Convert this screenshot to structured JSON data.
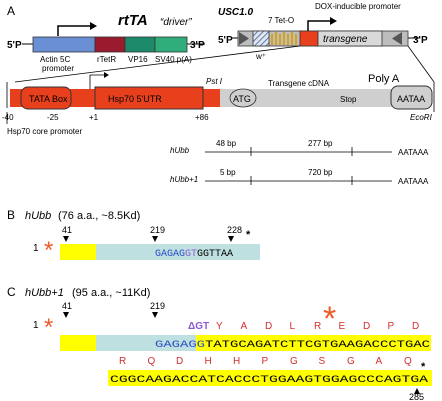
{
  "panelA": {
    "label": "A",
    "driver": {
      "title": "rtTA",
      "subtitle": "“driver”",
      "end5": "5'P",
      "end3": "3'P",
      "seg_actin": "Actin 5C",
      "seg_actin2": "promoter",
      "seg_rtetr": "rTetR",
      "seg_vp16": "VP16",
      "seg_sv40": "SV40 p(A)",
      "colors": {
        "actin": "#6a8fd4",
        "rtetr": "#9b1b2e",
        "vp16": "#1d8a6a",
        "sv40": "#2fae7c"
      }
    },
    "construct": {
      "title": "USC1.0",
      "dox_label": "DOX-inducible promoter",
      "teto_label": "7 Tet-O",
      "end5": "5'P",
      "end3": "3'P",
      "wplus": "w⁺",
      "transgene": "transgene",
      "colors": {
        "promoter": "#e8401c",
        "tetO": "#d8a21a"
      }
    },
    "map": {
      "tata_box": "TATA Box",
      "utr": "Hsp70 5'UTR",
      "pst": "Pst I",
      "cdna_label": "Transgene cDNA",
      "atg": "ATG",
      "stop": "Stop",
      "polyA_label": "Poly A",
      "aataa": "AATAA",
      "ecori": "EcoRI",
      "pos_m40": "-40",
      "pos_m25": "-25",
      "pos_p1": "+1",
      "pos_p86": "+86",
      "core_label": "Hsp70 core promoter",
      "colors": {
        "red": "#e8401c",
        "gray": "#cfcfcf"
      }
    },
    "constructs": [
      {
        "name": "hUbb",
        "len1": "48 bp",
        "len2": "277 bp",
        "end": "AATAAA"
      },
      {
        "name": "hUbb+1",
        "len1": "5 bp",
        "len2": "720 bp",
        "end": "AATAAA"
      }
    ]
  },
  "panelB": {
    "label": "B",
    "title_name": "hUbb",
    "title_info": "(76 a.a., ~8.5Kd)",
    "num_1": "1",
    "pos_41": "41",
    "pos_219": "219",
    "pos_228": "228",
    "seq_blue": "GAGAG",
    "seq_purple": "GT",
    "seq_black": "GGTTAA",
    "stop_mark": "*",
    "colors": {
      "yellow": "#ffff00",
      "cyan": "#bfe0e0",
      "star": "#f05a28",
      "blue": "#2a4ec8",
      "purple": "#8a5ad0"
    }
  },
  "panelC": {
    "label": "C",
    "title_name": "hUbb+1",
    "title_info": "(95 a.a., ~11Kd)",
    "num_1": "1",
    "pos_41": "41",
    "pos_219": "219",
    "dgt": "ΔGT",
    "seq1_blue": "GAGAGG",
    "seq1_black": "TATGCAGATCTTCGTGAAGACCCTGAC",
    "aa1": [
      "Y",
      "A",
      "D",
      "L",
      "R",
      "E",
      "D",
      "P",
      "D"
    ],
    "seq2": "CGGCAAGACCATCACCCTGGAAGTGGAGCCCAGTGA",
    "aa2": [
      "R",
      "Q",
      "D",
      "H",
      "H",
      "P",
      "G",
      "S",
      "G",
      "A",
      "Q"
    ],
    "stop_mark": "*",
    "pos_285": "285",
    "colors": {
      "aa": "#d03030"
    }
  }
}
